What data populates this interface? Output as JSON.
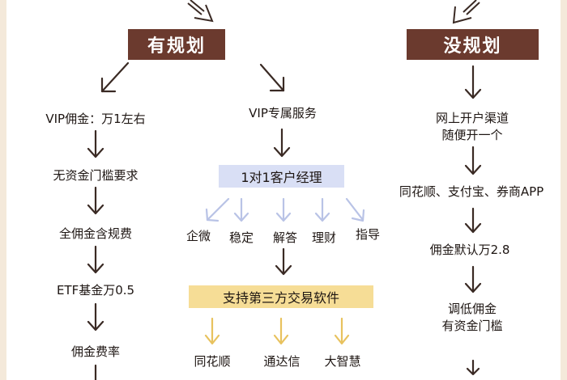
{
  "left_branch": {
    "title": "有规划",
    "items": [
      "VIP佣金：万1左右",
      "无资金门槛要求",
      "全佣金含规费",
      "ETF基金万0.5",
      "佣金费率"
    ]
  },
  "middle_branch": {
    "service": "VIP专属服务",
    "manager_box": "1对1客户经理",
    "manager_features": [
      "企微",
      "稳定",
      "解答",
      "理财",
      "指导"
    ],
    "software_box": "支持第三方交易软件",
    "software_list": [
      "同花顺",
      "通达信",
      "大智慧"
    ]
  },
  "right_branch": {
    "title": "没规划",
    "items": [
      "网上开户渠道",
      "随便开一个",
      "同花顺、支付宝、券商APP",
      "佣金默认万2.8",
      "调低佣金",
      "有资金门槛"
    ]
  },
  "colors": {
    "header_bg": "#6b3a2e",
    "arrow_dark": "#3a2a24",
    "arrow_blue": "#b9c3e6",
    "arrow_yellow": "#e8c25e",
    "manager_box_bg": "#d9dff5",
    "software_box_bg": "#f6dd96"
  }
}
